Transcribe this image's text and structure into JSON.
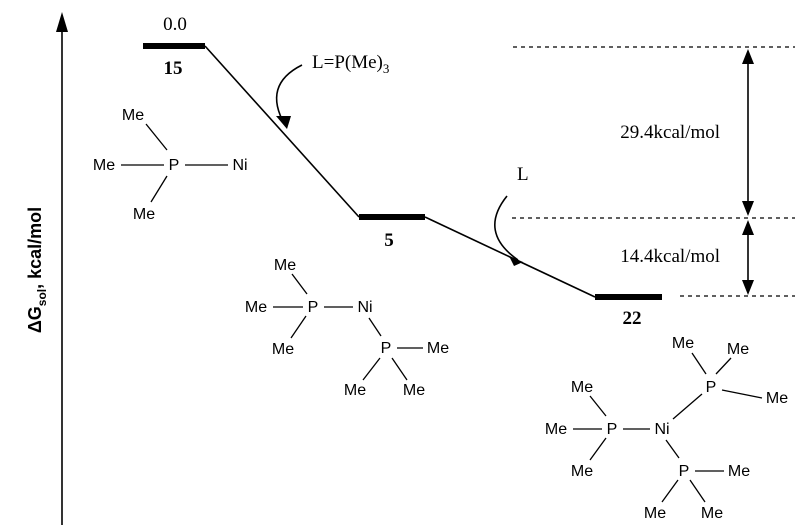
{
  "axis": {
    "label_delta": "ΔG",
    "label_sub": "sol",
    "label_rest": ", kcal/mol"
  },
  "levels": {
    "l15": {
      "id": "15",
      "value": "0.0"
    },
    "l5": {
      "id": "5"
    },
    "l22": {
      "id": "22"
    }
  },
  "arrows": {
    "ligand_formula_main": "L=P(Me)",
    "ligand_formula_sub": "3",
    "ligand_short": "L"
  },
  "gaps": {
    "upper": "29.4kcal/mol",
    "lower": "14.4kcal/mol"
  },
  "atoms": {
    "me": "Me",
    "p": "P",
    "ni": "Ni"
  }
}
